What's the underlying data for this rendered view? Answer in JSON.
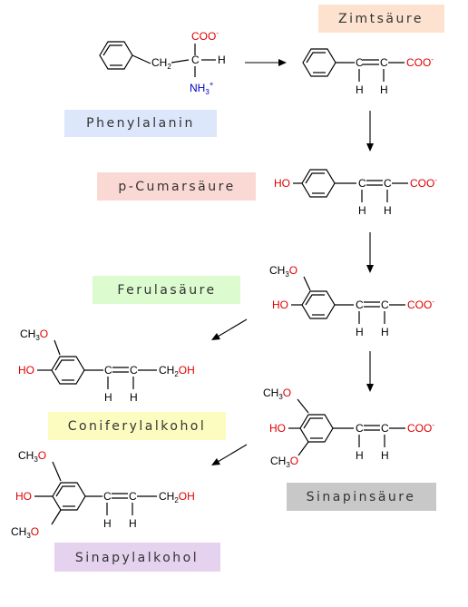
{
  "labels": {
    "phenylalanin": "Phenylalanin",
    "zimtsaeure": "Zimtsäure",
    "p_cumarsaeure": "p-Cumarsäure",
    "ferulasaeure": "Ferulasäure",
    "coniferylalkohol": "Coniferylalkohol",
    "sinapinsaeure": "Sinapinsäure",
    "sinapylalkohol": "Sinapylalkohol"
  },
  "atoms": {
    "coo": "COO",
    "minus": "-",
    "plus": "+",
    "nh": "NH",
    "sub3": "3",
    "sub2": "2",
    "h": "H",
    "c": "C",
    "ch": "CH",
    "ho": "HO",
    "oh": "OH",
    "o": "O"
  },
  "colors": {
    "phenylalanin_bg": "#dde7fb",
    "zimtsaeure_bg": "#fde3cf",
    "p_cumarsaeure_bg": "#fad8d4",
    "ferulasaeure_bg": "#dcfbcf",
    "coniferylalkohol_bg": "#fdfcc0",
    "sinapinsaeure_bg": "#c8c8c8",
    "sinapylalkohol_bg": "#e5d2ef",
    "oxygen": "#e00000",
    "nitrogen": "#0000c8",
    "bond": "#000000"
  }
}
